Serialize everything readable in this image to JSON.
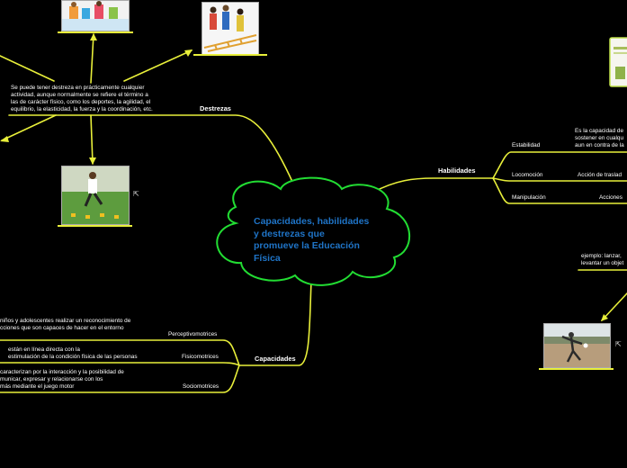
{
  "central": {
    "title_lines": [
      "Capacidades, habilidades",
      "y destrezas que",
      "promueve la Educación",
      "Física"
    ]
  },
  "destrezas": {
    "label": "Destrezas",
    "desc_lines": [
      "Se puede tener destreza en prácticamente cualquier",
      "actividad, aunque normalmente se refiere el término a",
      "las de carácter físico, como los deportes, la agilidad, el",
      "equilibrio, la elasticidad, la fuerza y la coordinación, etc."
    ]
  },
  "habilidades": {
    "label": "Habilidades",
    "estabilidad": "Estabilidad",
    "estabilidad_desc": [
      "Es la capacidad de",
      "sostener en cualqu",
      "aun en contra de la"
    ],
    "locomocion": "Locomoción",
    "locomocion_desc": "Acción de traslad",
    "manipulacion": "Manipulación",
    "manipulacion_desc": "Acciones",
    "example": [
      "ejemplo: lanzar,",
      "levantar un objet"
    ]
  },
  "capacidades": {
    "label": "Capacidades",
    "perceptivo": "Perceptivomotrices",
    "perceptivo_desc": [
      "niños y adolescentes realizar un reconocimiento de",
      "cciones que son capaces de hacer en el entorno"
    ],
    "fisico": "Fisicomotrices",
    "fisico_desc": [
      "están en línea directa con la",
      "estimulación de la condición física de las personas"
    ],
    "socio": "Sociomotrices",
    "socio_desc": [
      "caracterizan por la interacción y la posibilidad de",
      "municar, expresar y relacionarse con los",
      "más mediante el juego motor"
    ]
  },
  "colors": {
    "line": "#e8ef3a",
    "cloud": "#22dd33",
    "title": "#1f74c7",
    "background": "#000000"
  },
  "icons": [
    "external-link-icon"
  ]
}
